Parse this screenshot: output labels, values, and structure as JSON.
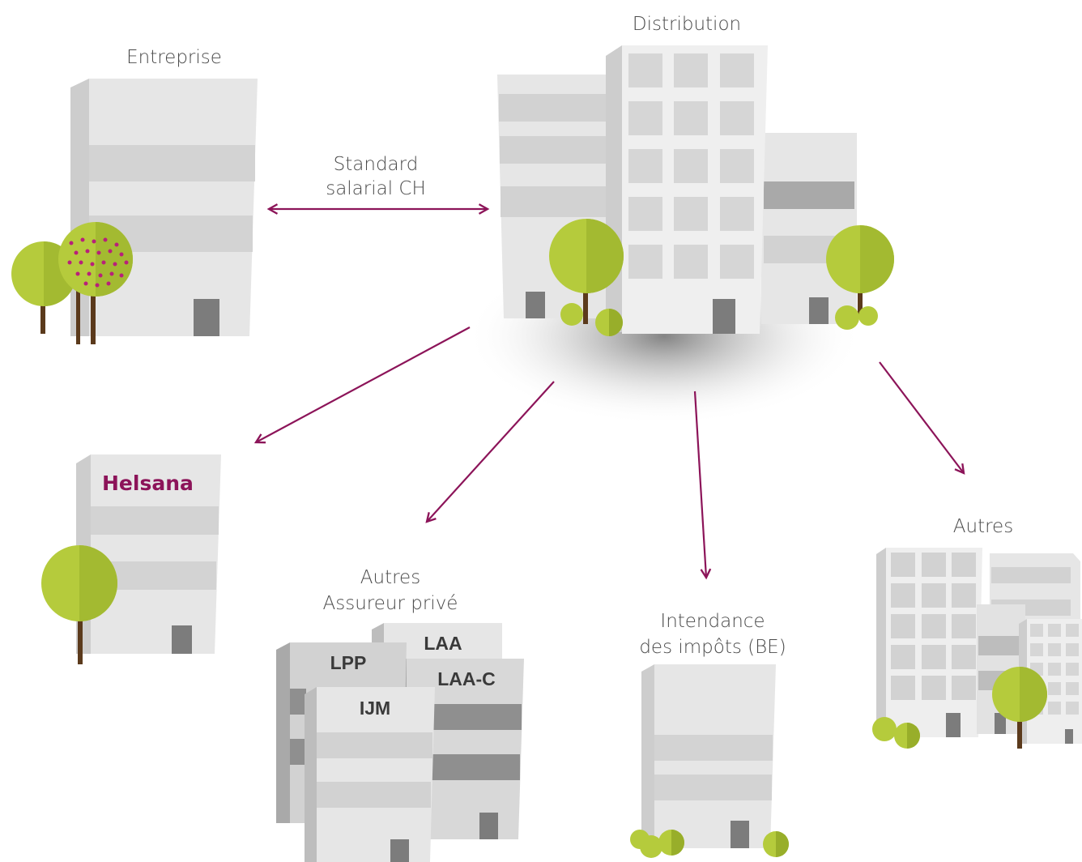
{
  "colors": {
    "accent": "#8c1459",
    "building_light": "#e6e6e6",
    "building_side": "#cfcfcf",
    "band": "#d2d2d2",
    "band_dark": "#8f8f8f",
    "door": "#7c7c7c",
    "foliage": "#b5cb3c",
    "foliage_dark": "#98ae2a",
    "trunk": "#5b3a1c"
  },
  "nodes": {
    "entreprise": {
      "label": "Entreprise"
    },
    "distribution": {
      "label": "Distribution"
    },
    "helsana": {
      "label": "Helsana"
    },
    "autres_assureur": {
      "line1": "Autres",
      "line2": "Assureur privé"
    },
    "intendance": {
      "line1": "Intendance",
      "line2": "des impôts (BE)"
    },
    "autres": {
      "label": "Autres"
    }
  },
  "link": {
    "line1": "Standard",
    "line2": "salarial CH"
  },
  "insurance_tags": {
    "laa": "LAA",
    "lpp": "LPP",
    "laa_c": "LAA-C",
    "ijm": "IJM"
  }
}
